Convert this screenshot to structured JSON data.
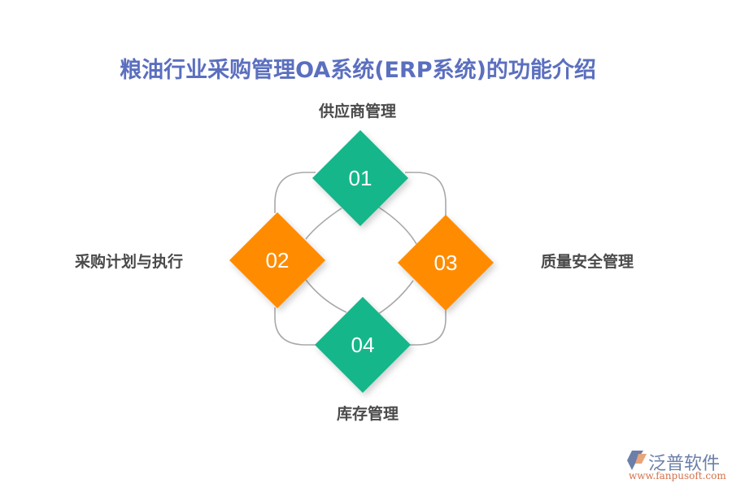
{
  "title": "粮油行业采购管理OA系统(ERP系统)的功能介绍",
  "colors": {
    "title": "#5b6fbf",
    "green": "#14b68b",
    "orange": "#ff8c00",
    "connector": "#a8a8a8",
    "label": "#4a4a4a"
  },
  "items": [
    {
      "number": "01",
      "label": "供应商管理",
      "color": "green",
      "position": "top"
    },
    {
      "number": "02",
      "label": "采购计划与执行",
      "color": "orange",
      "position": "left"
    },
    {
      "number": "03",
      "label": "质量安全管理",
      "color": "orange",
      "position": "right"
    },
    {
      "number": "04",
      "label": "库存管理",
      "color": "green",
      "position": "bottom"
    }
  ],
  "logo": {
    "name": "泛普软件",
    "url": "www.fanpusoft.com"
  }
}
